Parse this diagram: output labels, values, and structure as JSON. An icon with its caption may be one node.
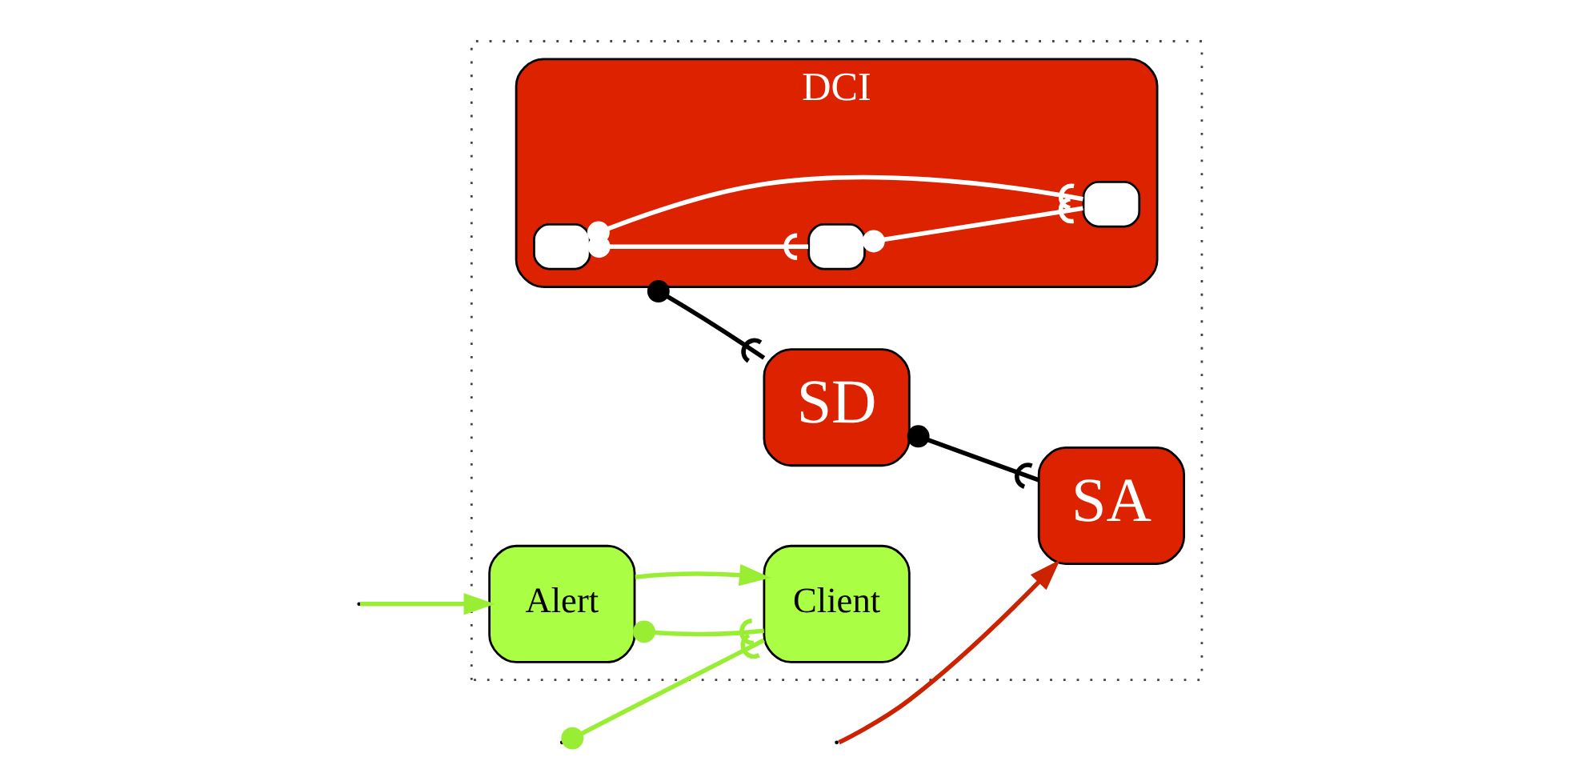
{
  "diagram": {
    "nodes": [
      {
        "text": [],
        "shape": "box"
      },
      {
        "text": [
          "SA"
        ],
        "in": 0
      },
      {
        "text": [
          "SD"
        ],
        "in": 0
      },
      {
        "text": [
          "DCI"
        ],
        "in": 0
      },
      {
        "text": [],
        "shape": "box",
        "in": 3
      },
      {
        "text": [],
        "shape": "box",
        "in": 3
      },
      {
        "text": [],
        "shape": "box",
        "in": 3
      },
      {
        "text": [
          "Client"
        ],
        "in": 0
      },
      {
        "text": [
          "Alert"
        ],
        "in": 0
      }
    ],
    "edges": [
      {
        "from": null,
        "to": 1,
        "arrow": "to",
        "color": "#cc2200"
      },
      {
        "from": 2,
        "to": 1,
        "arrow": "other",
        "color": "#000000"
      },
      {
        "from": 3,
        "to": 2,
        "arrow": "other",
        "color": "#000000"
      },
      {
        "from": 4,
        "to": 5,
        "arrow": "other",
        "color": "#ffffff"
      },
      {
        "from": 5,
        "to": 6,
        "arrow": "other",
        "color": "#ffffff"
      },
      {
        "from": 4,
        "to": 6,
        "arrow": "other",
        "color": "#ffffff"
      },
      {
        "from": null,
        "to": 7,
        "arrow": "other",
        "color": "#99ee33"
      },
      {
        "from": 8,
        "to": 7,
        "arrow": "other",
        "color": "#99ee33"
      },
      {
        "from": 8,
        "to": 7,
        "arrow": "to",
        "color": "#99ee33"
      },
      {
        "from": null,
        "to": 8,
        "arrow": "to",
        "color": "#99ee33"
      }
    ]
  }
}
